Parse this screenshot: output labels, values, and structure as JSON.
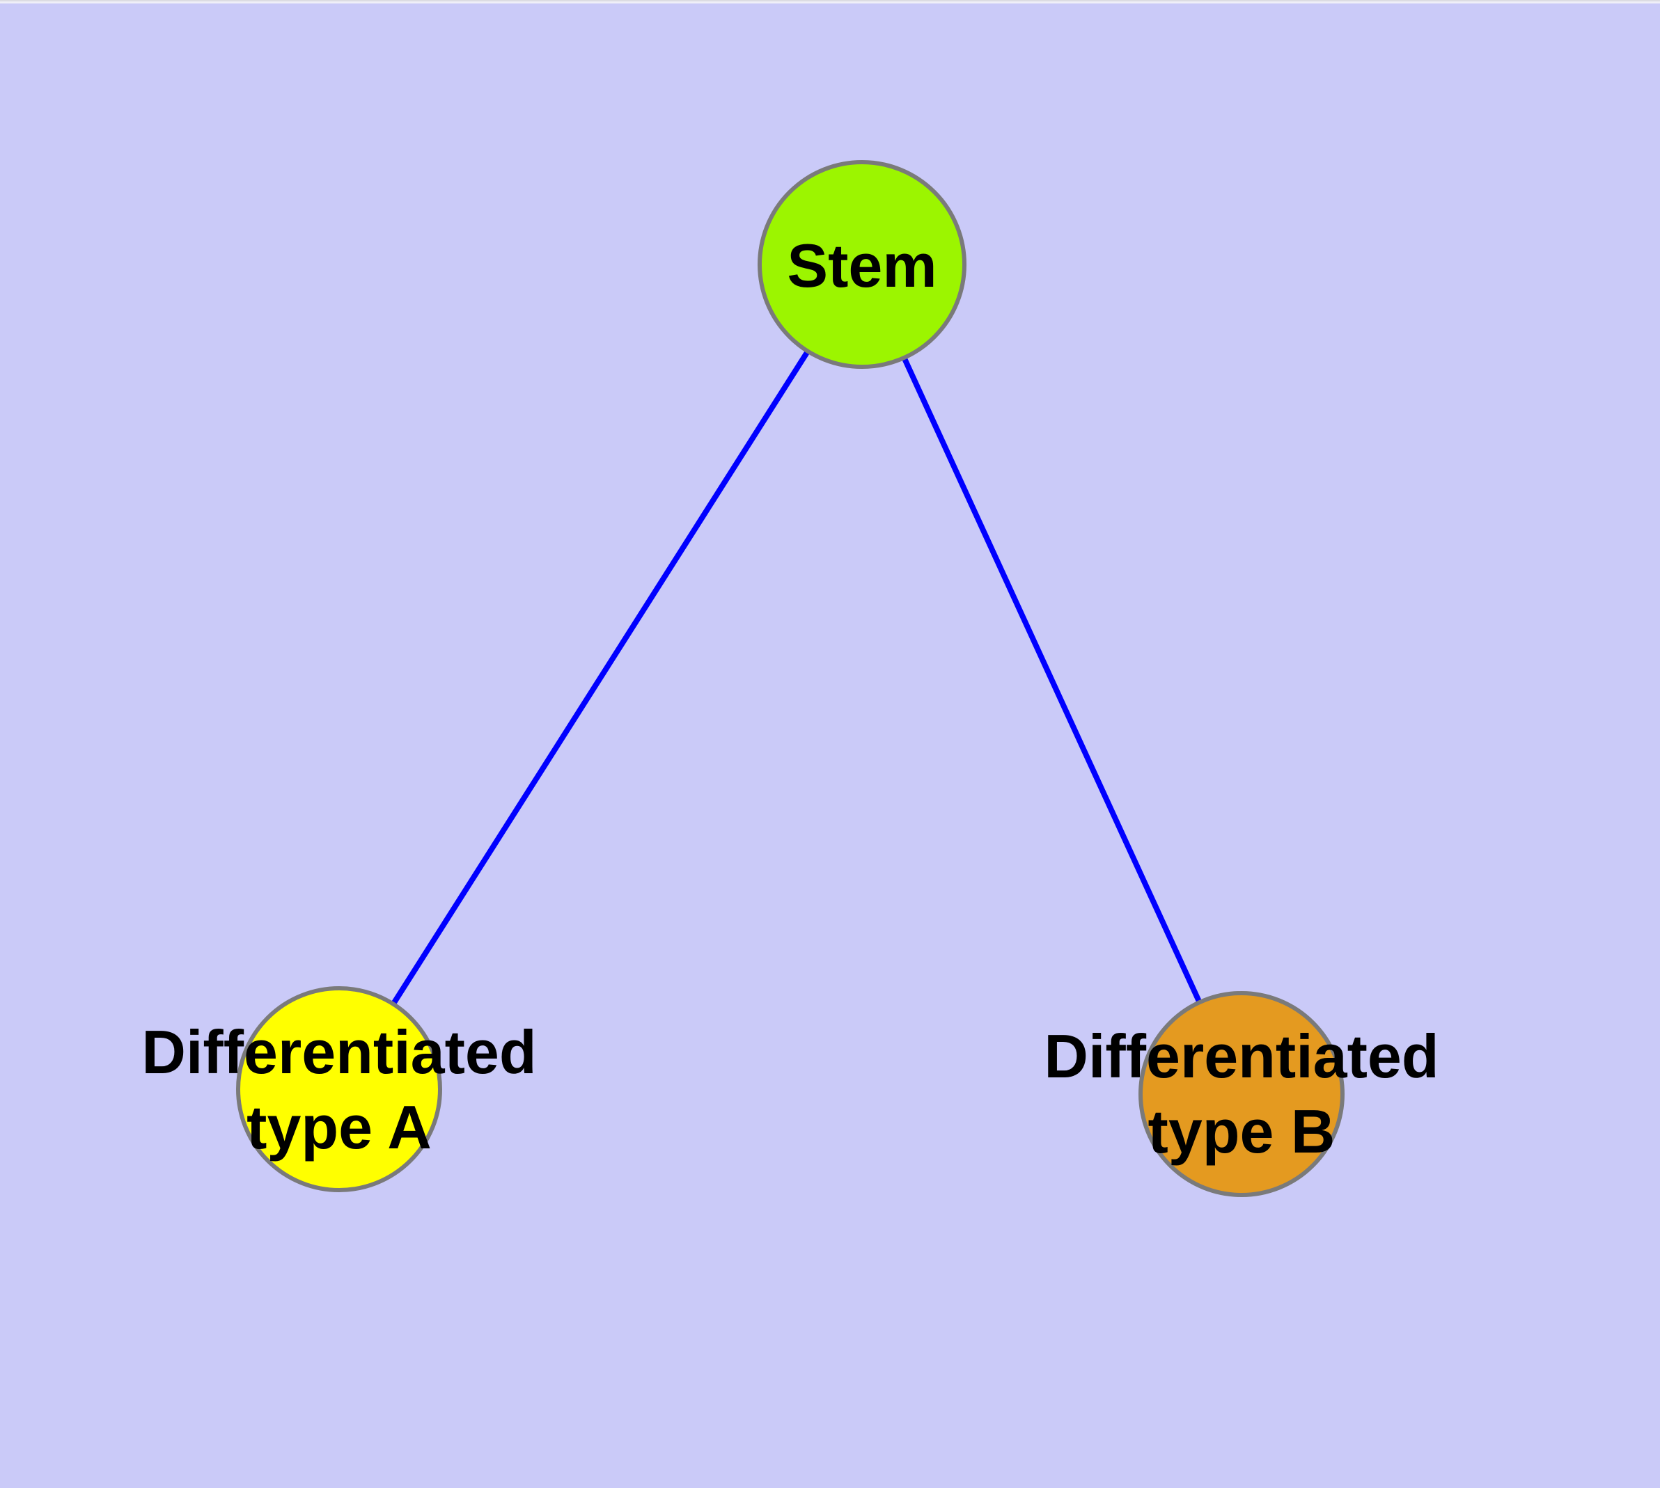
{
  "diagram": {
    "type": "graph",
    "background_color": "#CACAF8",
    "edge_color": "#0000FF",
    "node_border_color": "#7A7A7A",
    "label_color": "#000000",
    "nodes": [
      {
        "id": "stem",
        "label": "Stem",
        "label_line1": "Stem",
        "label_line2": "",
        "fill": "#9CF500"
      },
      {
        "id": "differentiated-type-a",
        "label": "Differentiated type A",
        "label_line1": "Differentiated",
        "label_line2": "type A",
        "fill": "#FFFF00"
      },
      {
        "id": "differentiated-type-b",
        "label": "Differentiated type B",
        "label_line1": "Differentiated",
        "label_line2": "type B",
        "fill": "#E49A20"
      }
    ],
    "edges": [
      {
        "from": "Stem",
        "to": "Differentiated type A"
      },
      {
        "from": "Stem",
        "to": "Differentiated type B"
      }
    ]
  }
}
